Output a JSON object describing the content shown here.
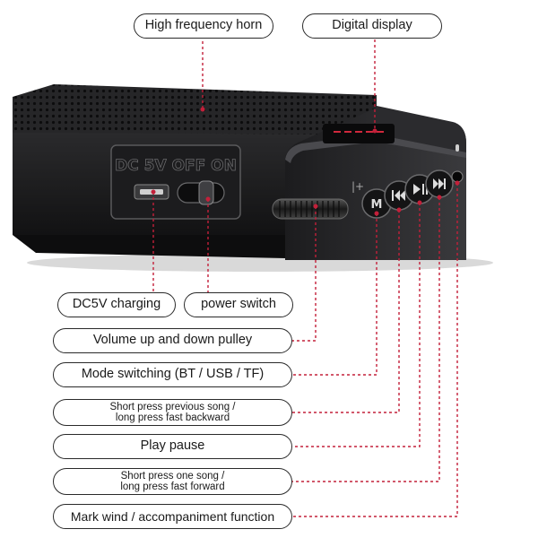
{
  "device": {
    "panel_label": "DC 5V OFF ON",
    "colors": {
      "body": "#1b1b1d",
      "grille": "#2c2c2e",
      "leader_line": "#c3203a",
      "display_digits": "#d0283c"
    },
    "button_icons": [
      "mode-icon",
      "previous-track-icon",
      "play-pause-icon",
      "next-track-icon"
    ]
  },
  "callouts": {
    "high_frequency_horn": "High frequency horn",
    "digital_display": "Digital display",
    "dc5v_charging": "DC5V charging",
    "power_switch": "power switch",
    "volume_pulley": "Volume up and down pulley",
    "mode_switching": "Mode switching (BT / USB / TF)",
    "previous_song": {
      "line1": "Short press previous song /",
      "line2": "long press fast backward"
    },
    "play_pause": "Play pause",
    "next_song": {
      "line1": "Short press one song /",
      "line2": "long press fast forward"
    },
    "mark_wind": "Mark wind / accompaniment function"
  }
}
